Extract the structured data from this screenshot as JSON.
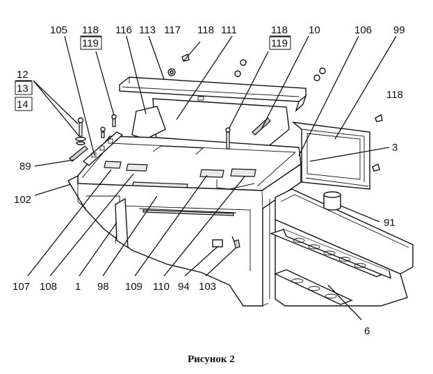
{
  "caption": "Рисунок 2",
  "labels": {
    "l105": "105",
    "l118a": "118",
    "l119a": "119",
    "l116": "116",
    "l113": "113",
    "l117": "117",
    "l118b": "118",
    "l111": "111",
    "l118c": "118",
    "l119c": "119",
    "l10": "10",
    "l106": "106",
    "l99": "99",
    "l12": "12",
    "l13": "13",
    "l14": "14",
    "l118d": "118",
    "l3": "3",
    "l89": "89",
    "l102": "102",
    "l91": "91",
    "l107": "107",
    "l108": "108",
    "l1": "1",
    "l98": "98",
    "l109": "109",
    "l110": "110",
    "l94": "94",
    "l103": "103",
    "l6": "6"
  }
}
